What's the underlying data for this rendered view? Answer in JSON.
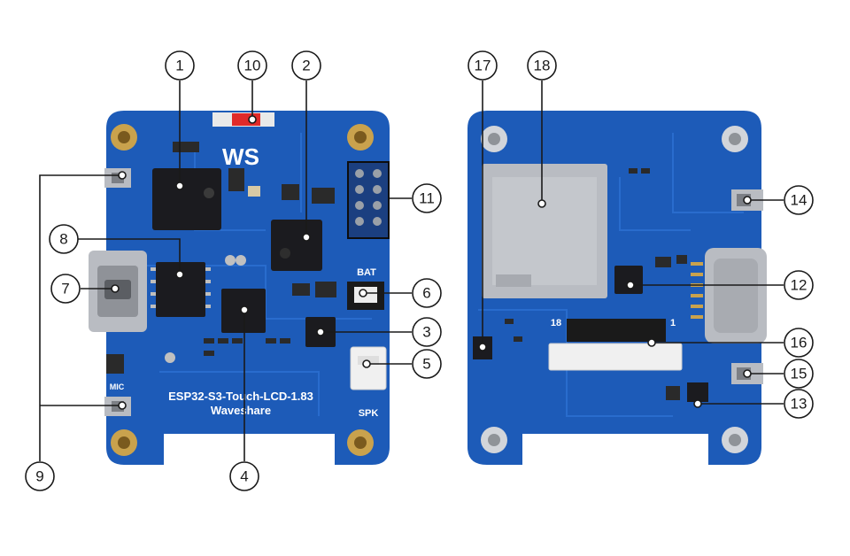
{
  "front": {
    "silkscreen": {
      "model": "ESP32-S3-Touch-LCD-1.83",
      "brand": "Waveshare",
      "bat_label": "BAT",
      "spk_label": "SPK",
      "mic_label": "MIC",
      "logo_text": "WS"
    }
  },
  "back": {
    "silkscreen": {
      "fpc_pin_label": "18",
      "fpc_pin_label_end": "1"
    }
  },
  "callouts": [
    {
      "label": "1"
    },
    {
      "label": "2"
    },
    {
      "label": "3"
    },
    {
      "label": "4"
    },
    {
      "label": "5"
    },
    {
      "label": "6"
    },
    {
      "label": "7"
    },
    {
      "label": "8"
    },
    {
      "label": "9"
    },
    {
      "label": "10"
    },
    {
      "label": "11"
    },
    {
      "label": "12"
    },
    {
      "label": "13"
    },
    {
      "label": "14"
    },
    {
      "label": "15"
    },
    {
      "label": "16"
    },
    {
      "label": "17"
    },
    {
      "label": "18"
    }
  ]
}
